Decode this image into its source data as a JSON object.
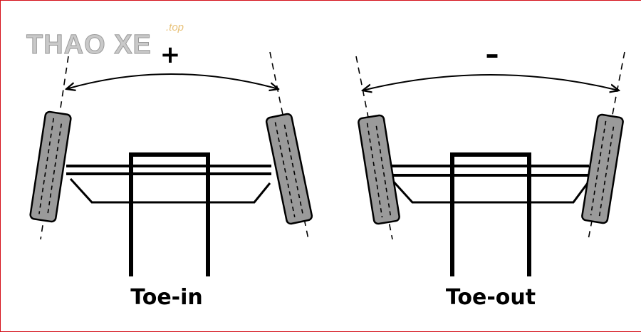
{
  "watermark": {
    "text": "THAO XE",
    "domain": ".top"
  },
  "panels": [
    {
      "sign": "+",
      "caption": "Toe-in"
    },
    {
      "sign": "–",
      "caption": "Toe-out"
    }
  ],
  "colors": {
    "tire_fill": "#9a9a9a",
    "line": "#000000",
    "border": "#d4101a"
  }
}
